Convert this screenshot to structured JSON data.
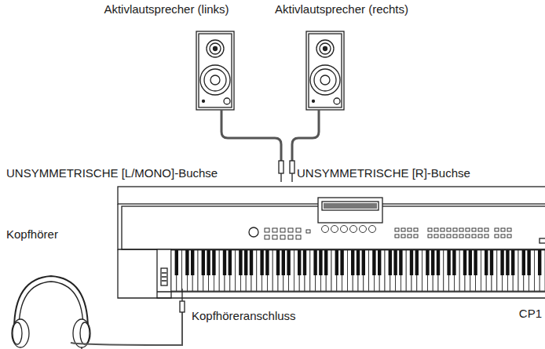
{
  "diagram": {
    "labels": [
      "Aktivlautsprecher (links)",
      "Aktivlautsprecher (rechts)",
      "UNSYMMETRISCHE [L/MONO]-Buchse",
      "UNSYMMETRISCHE [R]-Buchse",
      "Kopfhörer",
      "Kopfhöreranschluss",
      "CP1"
    ]
  }
}
